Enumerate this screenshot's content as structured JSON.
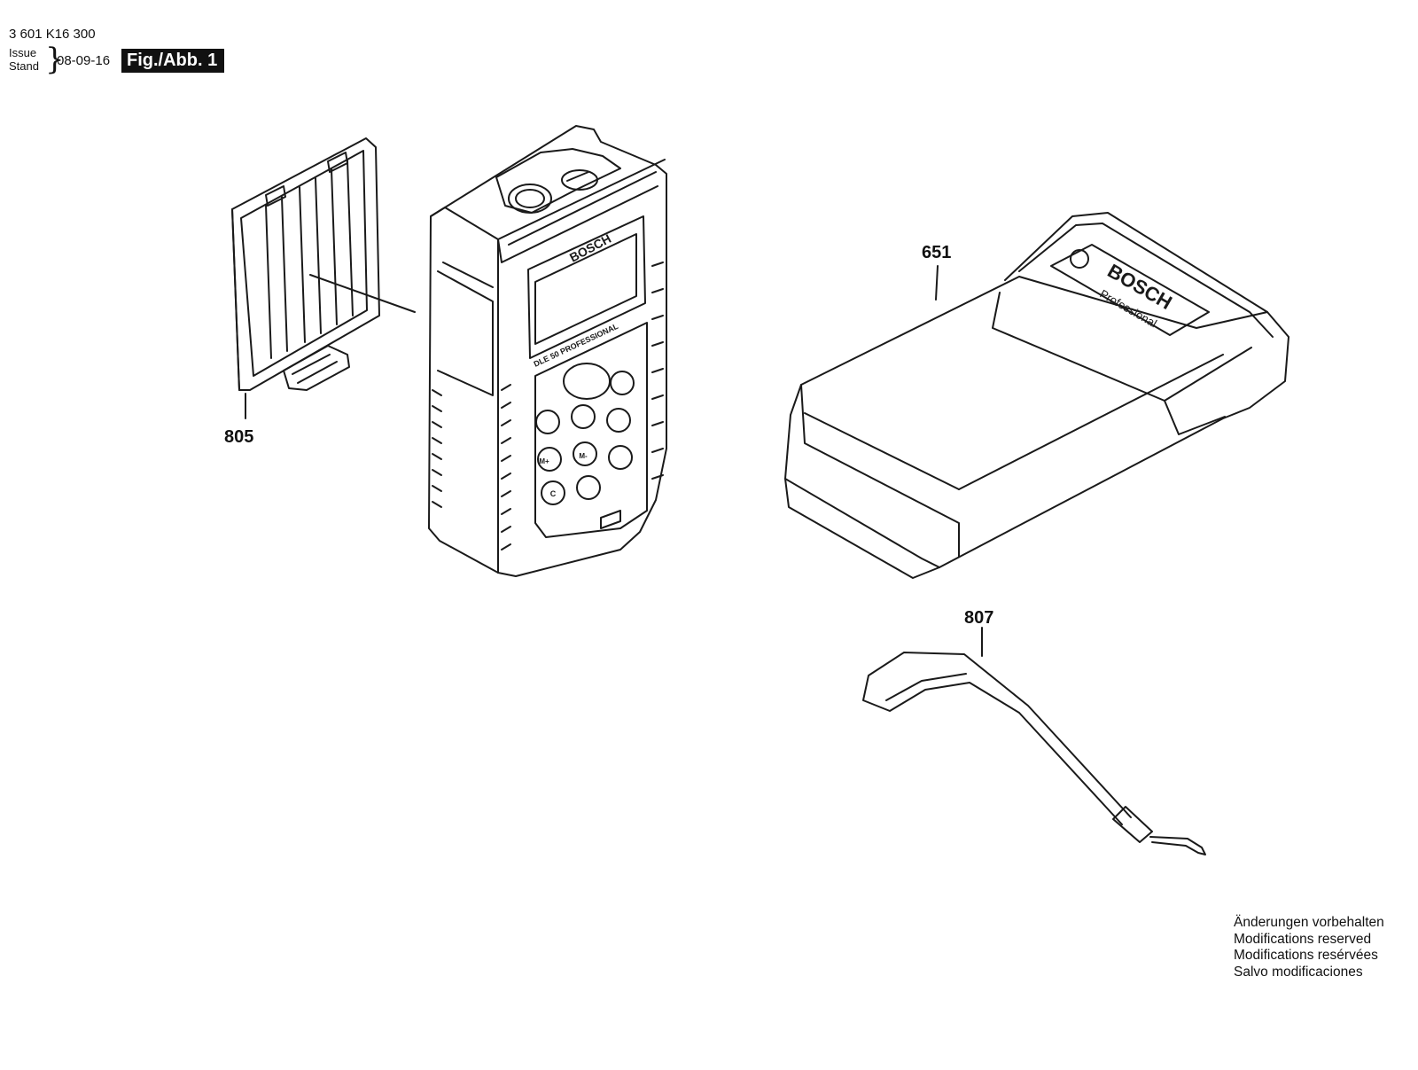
{
  "header": {
    "part_number": "3 601 K16 300",
    "issue_label": "Issue",
    "stand_label": "Stand",
    "date": "08-09-16",
    "figure_label": "Fig./Abb. 1"
  },
  "device": {
    "brand": "BOSCH",
    "model": "DLE 50 PROFESSIONAL",
    "keys": [
      "M+",
      "M-",
      "C"
    ]
  },
  "case": {
    "brand": "BOSCH",
    "line": "Professional"
  },
  "callouts": {
    "battery_cover": "805",
    "case": "651",
    "wrist_strap": "807"
  },
  "notice": [
    "Änderungen vorbehalten",
    "Modifications reserved",
    "Modifications resérvées",
    "Salvo modificaciones"
  ]
}
